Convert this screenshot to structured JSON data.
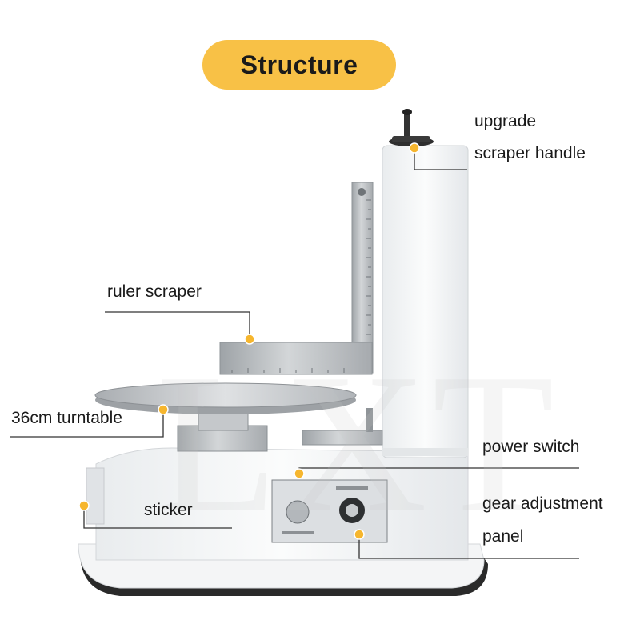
{
  "title": "Structure",
  "labels": {
    "upgrade": "upgrade",
    "scraper_handle": "scraper handle",
    "ruler_scraper": "ruler scraper",
    "turntable": "36cm turntable",
    "power_switch": "power switch",
    "sticker": "sticker",
    "gear_adjustment": "gear adjustment",
    "panel": "panel"
  },
  "watermark": "LXT",
  "colors": {
    "title_pill": "#f8c146",
    "marker_dot": "#f6b62e",
    "leader_line": "#333333",
    "machine_body": "#f6f7f8",
    "steel": "#b9bdc0"
  }
}
